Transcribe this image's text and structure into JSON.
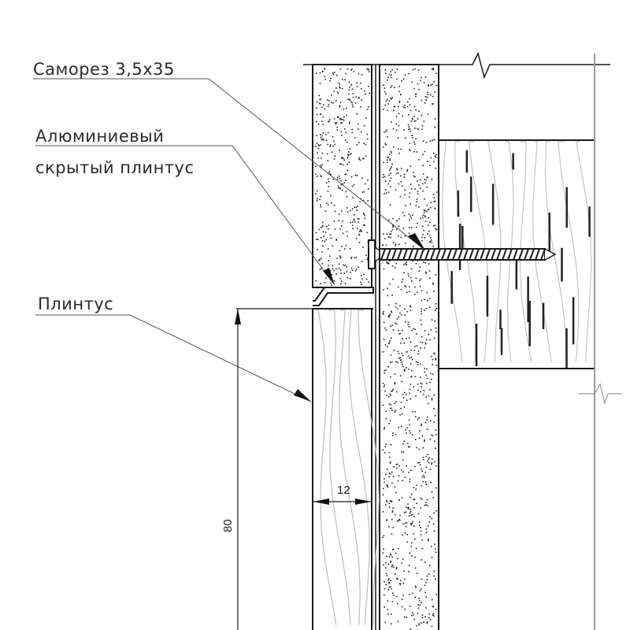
{
  "labels": {
    "screw": "Саморез 3,5x35",
    "profile_line1": "Алюминиевый",
    "profile_line2": "скрытый плинтус",
    "skirting": "Плинтус"
  },
  "dimensions": {
    "height": "80",
    "thickness": "12"
  },
  "colors": {
    "line": "#1a1a1a",
    "grain": "#bdbdbd",
    "frame": "#9a9a9a"
  }
}
